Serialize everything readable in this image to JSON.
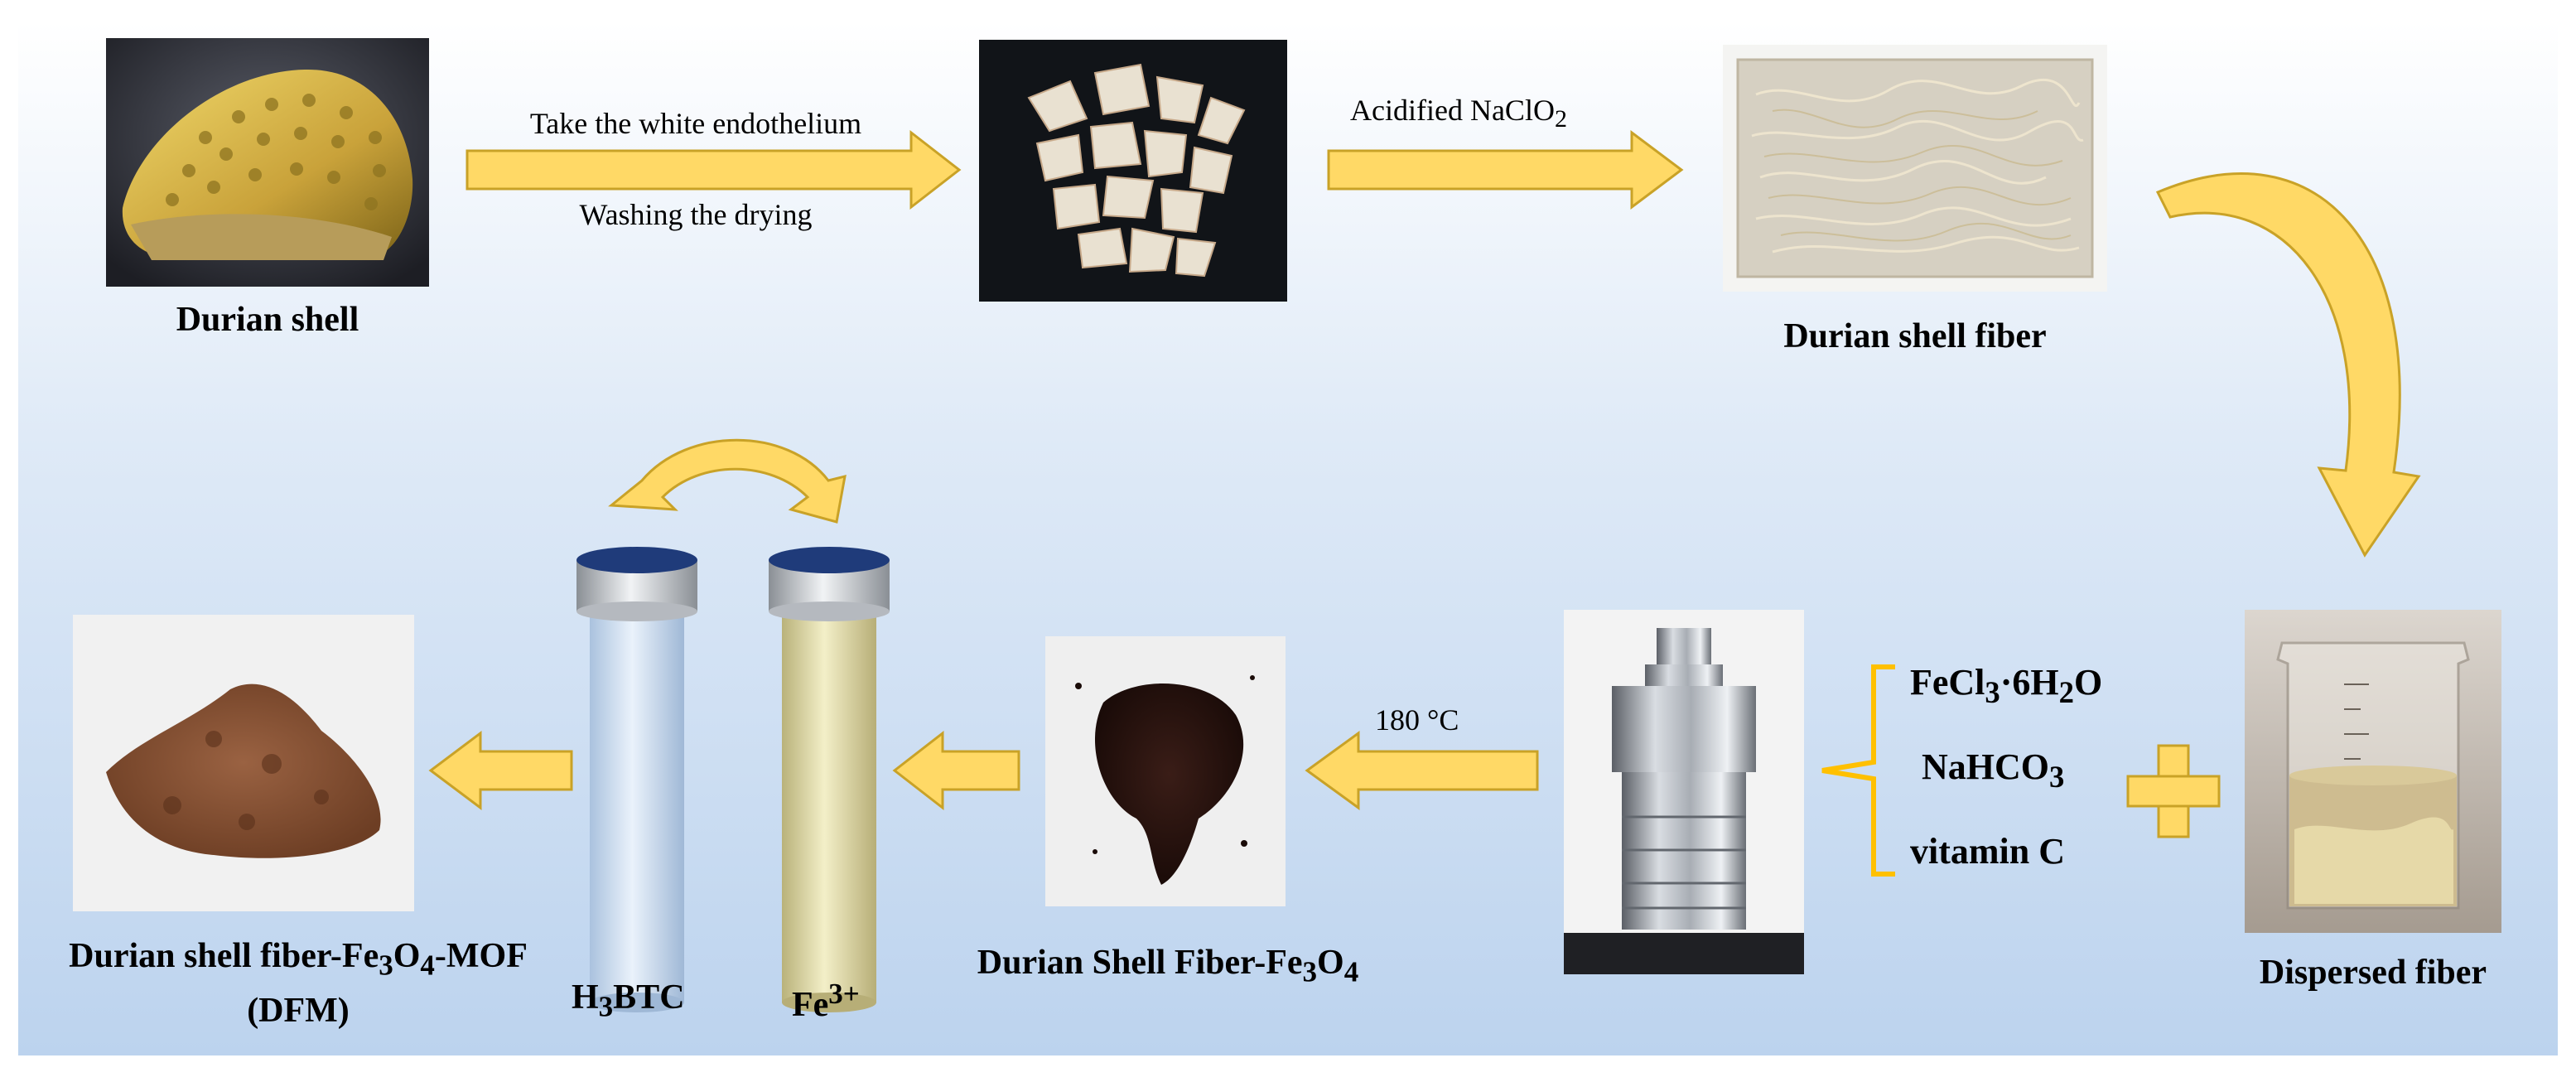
{
  "steps": {
    "shell_label": "Durian shell",
    "arrow1_top": "Take the white endothelium",
    "arrow1_bottom": "Washing the drying",
    "arrow2_label": "Acidified NaClO",
    "arrow2_sub": "2",
    "fiber_label": "Durian shell fiber",
    "dispersed_label": "Dispersed fiber",
    "temp_label": "180 °C",
    "fe3o4_label": "Durian Shell Fiber-Fe",
    "fe3o4_sub": "3",
    "fe3o4_o": "O",
    "fe3o4_sub2": "4",
    "dfm_label_a": "Durian shell fiber-Fe",
    "dfm_sub": "3",
    "dfm_o": "O",
    "dfm_sub2": "4",
    "dfm_label_b": "-MOF",
    "dfm_abbr": "(DFM)",
    "tube1_label": "H",
    "tube1_sub": "3",
    "tube1_rest": "BTC",
    "tube2_label": "Fe",
    "tube2_sup": "3+"
  },
  "reagents": [
    {
      "a": "FeCl",
      "sub1": "3",
      "b": "·6H",
      "sub2": "2",
      "c": "O"
    },
    {
      "a": "NaHCO",
      "sub1": "3",
      "b": "",
      "sub2": "",
      "c": ""
    },
    {
      "a": "vitamin C",
      "sub1": "",
      "b": "",
      "sub2": "",
      "c": ""
    }
  ],
  "plus_sign": "+",
  "colors": {
    "arrow_fill": "#ffd966",
    "arrow_stroke": "#c9a227",
    "tube_cap": "#1f3b7a",
    "powder_brown": "#8a5433",
    "powder_dark": "#2a1410"
  }
}
